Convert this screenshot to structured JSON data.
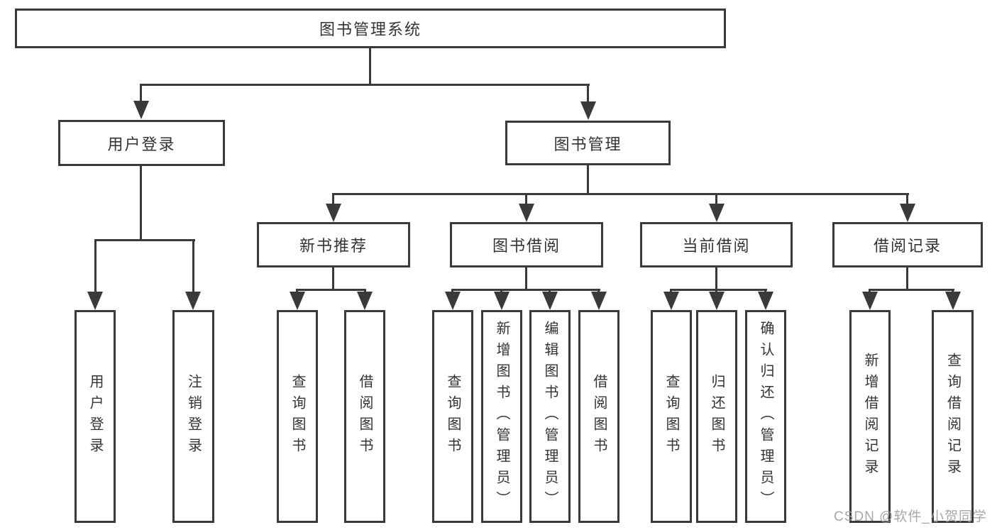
{
  "diagram": {
    "root": {
      "label": "图书管理系统",
      "children": [
        {
          "label": "用户登录",
          "children": [
            {
              "label": "用户登录"
            },
            {
              "label": "注销登录"
            }
          ]
        },
        {
          "label": "图书管理",
          "children": [
            {
              "label": "新书推荐",
              "children": [
                {
                  "label": "查询图书"
                },
                {
                  "label": "借阅图书"
                }
              ]
            },
            {
              "label": "图书借阅",
              "children": [
                {
                  "label": "查询图书"
                },
                {
                  "label": "新增图书（管理员）"
                },
                {
                  "label": "编辑图书（管理员）"
                },
                {
                  "label": "借阅图书"
                }
              ]
            },
            {
              "label": "当前借阅",
              "children": [
                {
                  "label": "查询图书"
                },
                {
                  "label": "归还图书"
                },
                {
                  "label": "确认归还（管理员）"
                }
              ]
            },
            {
              "label": "借阅记录",
              "children": [
                {
                  "label": "新增借阅记录"
                },
                {
                  "label": "查询借阅记录"
                }
              ]
            }
          ]
        }
      ]
    },
    "watermark": "CSDN @软件_小贺同学",
    "colors": {
      "line": "#3a3a3a",
      "text": "#333333",
      "watermark": "#9e9e9e",
      "background": "#ffffff"
    }
  }
}
